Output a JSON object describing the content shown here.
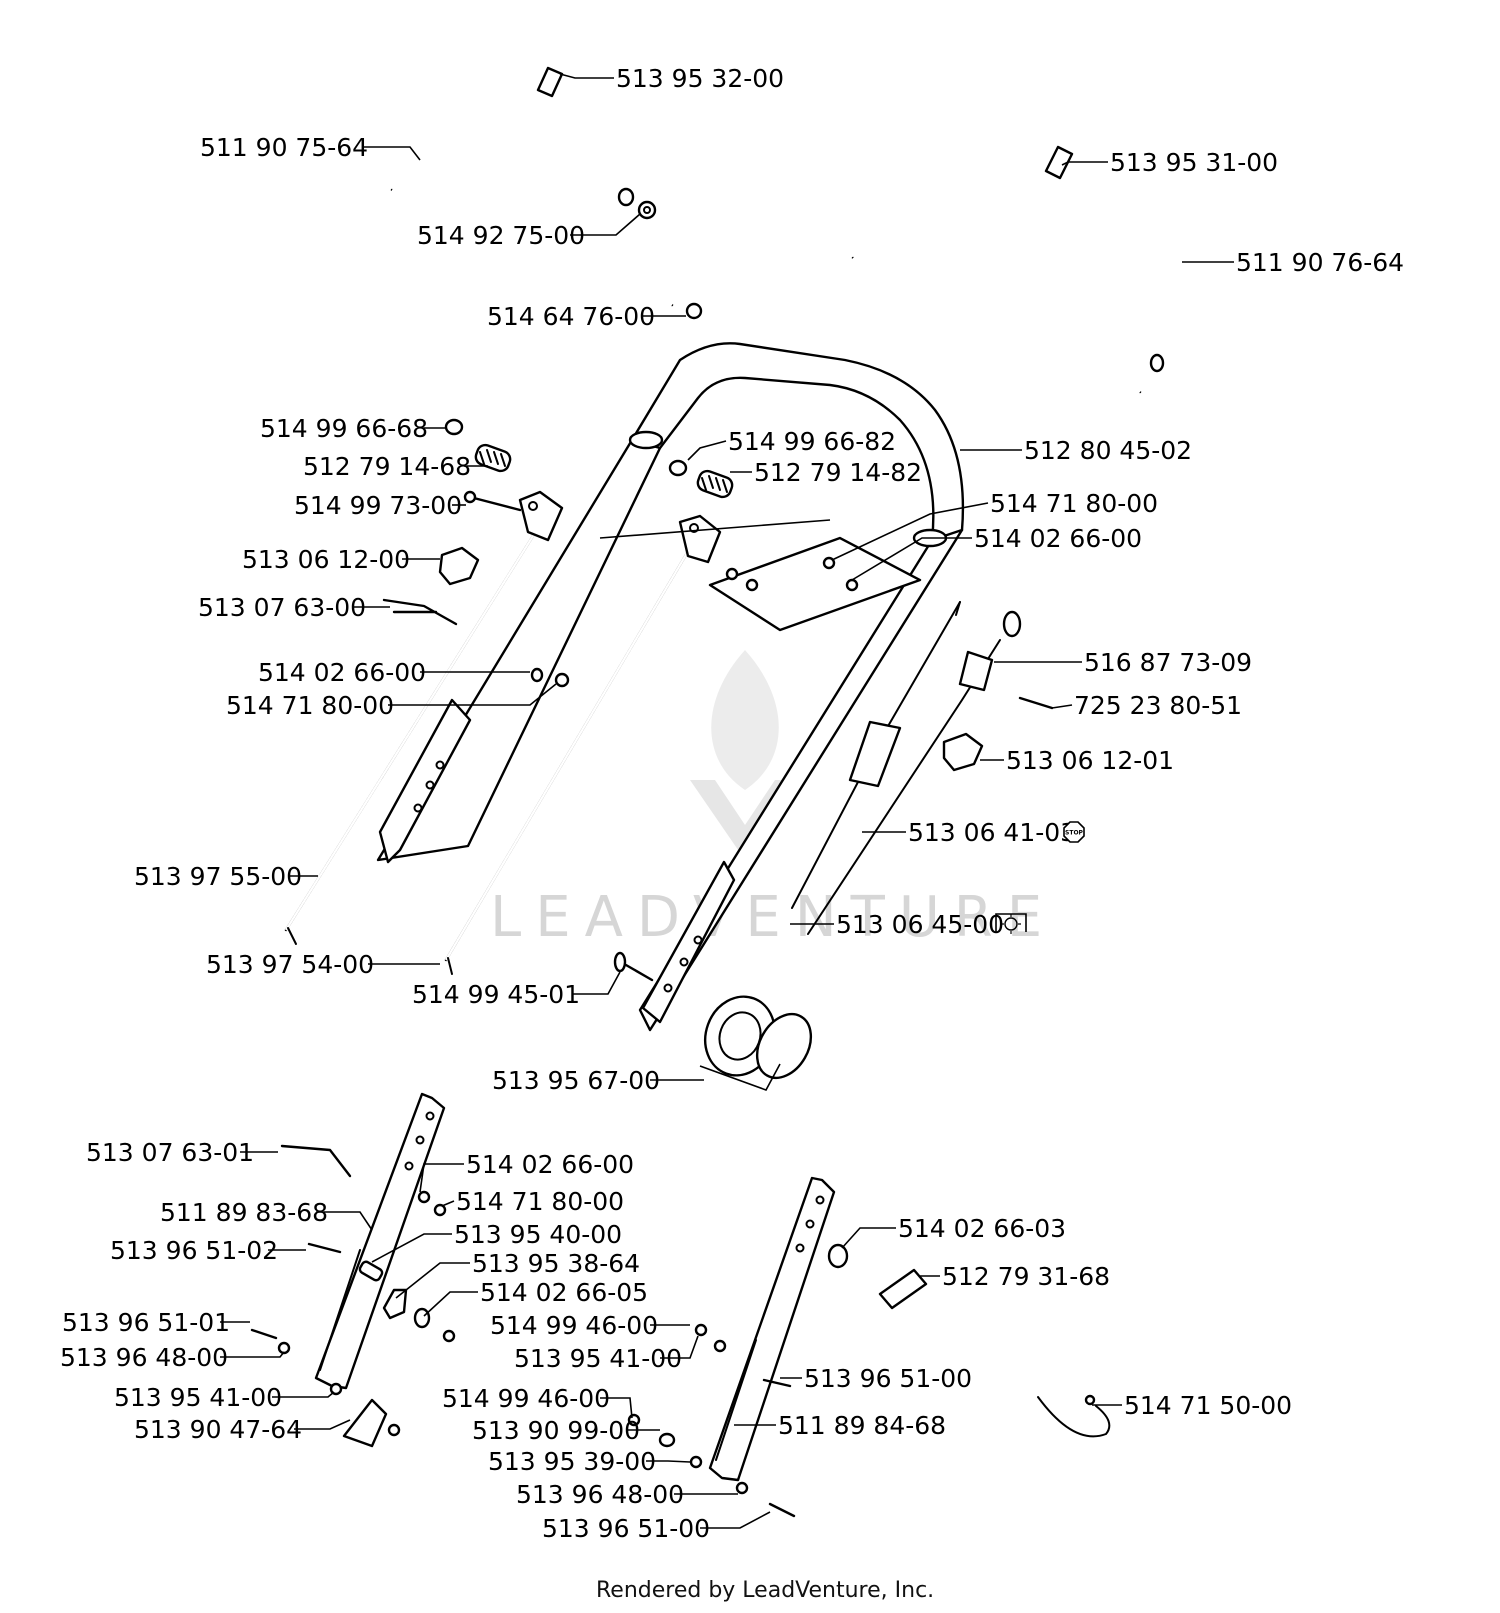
{
  "parts": [
    {
      "id": "p01",
      "number": "513 95 32-00"
    },
    {
      "id": "p02",
      "number": "511 90 75-64"
    },
    {
      "id": "p03",
      "number": "514 92 75-00"
    },
    {
      "id": "p04",
      "number": "514 64 76-00"
    },
    {
      "id": "p05",
      "number": "513 95 31-00"
    },
    {
      "id": "p06",
      "number": "511 90 76-64"
    },
    {
      "id": "p07",
      "number": "514 99 66-68"
    },
    {
      "id": "p08",
      "number": "512 79 14-68"
    },
    {
      "id": "p09",
      "number": "514 99 66-82"
    },
    {
      "id": "p10",
      "number": "512 79 14-82"
    },
    {
      "id": "p11",
      "number": "512 80 45-02"
    },
    {
      "id": "p12",
      "number": "514 99 73-00"
    },
    {
      "id": "p13",
      "number": "514 71 80-00"
    },
    {
      "id": "p14",
      "number": "514 02 66-00"
    },
    {
      "id": "p15",
      "number": "513 06 12-00"
    },
    {
      "id": "p16",
      "number": "513 07 63-00"
    },
    {
      "id": "p17",
      "number": "514 02 66-00"
    },
    {
      "id": "p18",
      "number": "514 71 80-00"
    },
    {
      "id": "p19",
      "number": "516 87 73-09"
    },
    {
      "id": "p20",
      "number": "725 23 80-51"
    },
    {
      "id": "p21",
      "number": "513 06 12-01"
    },
    {
      "id": "p22",
      "number": "513 06 41-03"
    },
    {
      "id": "p23",
      "number": "513 97 55-00"
    },
    {
      "id": "p24",
      "number": "513 06 45-00"
    },
    {
      "id": "p25",
      "number": "513 97 54-00"
    },
    {
      "id": "p26",
      "number": "514 99 45-01"
    },
    {
      "id": "p27",
      "number": "513 95 67-00"
    },
    {
      "id": "p28",
      "number": "513 07 63-01"
    },
    {
      "id": "p29",
      "number": "514 02 66-00"
    },
    {
      "id": "p30",
      "number": "514 71 80-00"
    },
    {
      "id": "p31",
      "number": "511 89 83-68"
    },
    {
      "id": "p32",
      "number": "513 95 40-00"
    },
    {
      "id": "p33",
      "number": "513 96 51-02"
    },
    {
      "id": "p34",
      "number": "513 95 38-64"
    },
    {
      "id": "p35",
      "number": "514 02 66-05"
    },
    {
      "id": "p36",
      "number": "513 96 51-01"
    },
    {
      "id": "p37",
      "number": "514 99 46-00"
    },
    {
      "id": "p38",
      "number": "513 96 48-00"
    },
    {
      "id": "p39",
      "number": "513 95 41-00"
    },
    {
      "id": "p40",
      "number": "513 95 41-00"
    },
    {
      "id": "p41",
      "number": "513 90 47-64"
    },
    {
      "id": "p42",
      "number": "514 99 46-00"
    },
    {
      "id": "p43",
      "number": "513 90 99-00"
    },
    {
      "id": "p44",
      "number": "513 95 39-00"
    },
    {
      "id": "p45",
      "number": "513 96 48-00"
    },
    {
      "id": "p46",
      "number": "513 96 51-00"
    },
    {
      "id": "p47",
      "number": "514 02 66-03"
    },
    {
      "id": "p48",
      "number": "512 79 31-68"
    },
    {
      "id": "p49",
      "number": "513 96 51-00"
    },
    {
      "id": "p50",
      "number": "511 89 84-68"
    },
    {
      "id": "p51",
      "number": "514 71 50-00"
    }
  ],
  "badges": {
    "stop": "STOP"
  },
  "watermark": "LEADVENTURE",
  "footer": "Rendered by LeadVenture, Inc."
}
